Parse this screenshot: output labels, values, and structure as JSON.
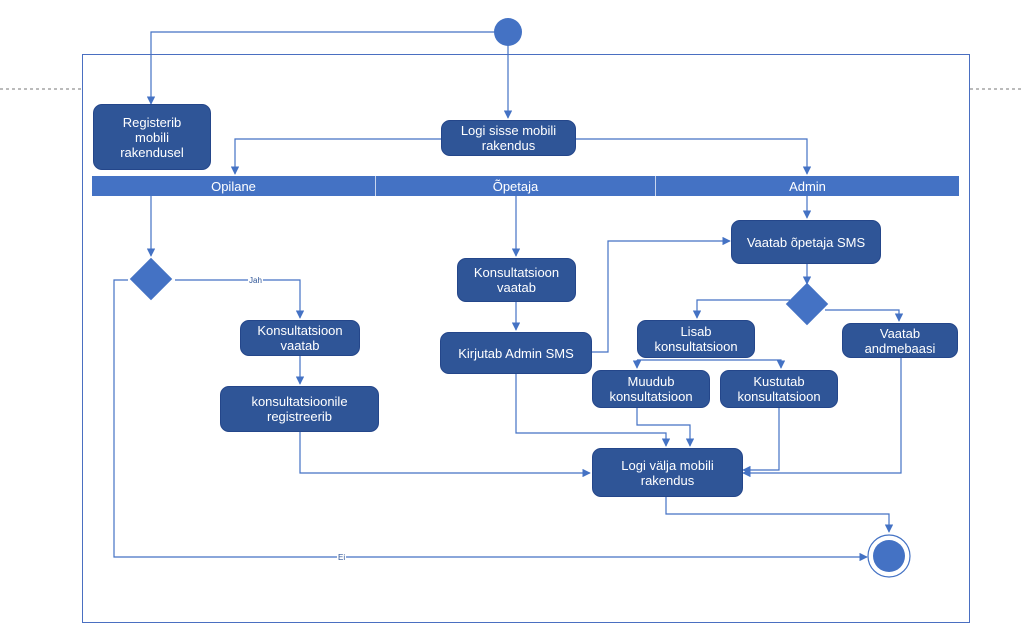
{
  "lanes": {
    "opilane": "Opilane",
    "opetaja": "Õpetaja",
    "admin": "Admin"
  },
  "nodes": {
    "registerib": "Registerib\nmobili\nrakendusel",
    "logi_sisse": "Logi sisse  mobili\nrakendus",
    "konsultatsioon_vaatab_opilane": "Konsultatsioon\nvaatab",
    "konsultatsioonile_registreerib": "konsultatsioonile\nregistreerib",
    "konsultatsioon_vaatab_opetaja": "Konsultatsioon\nvaatab",
    "kirjutab_admin_sms": "Kirjutab Admin SMS",
    "vaatab_opetaja_sms": "Vaatab õpetaja SMS",
    "lisab_konsultatsioon": "Lisab\nkonsultatsioon",
    "muudub_konsultatsioon": "Muudub\nkonsultatsioon",
    "kustutab_konsultatsioon": "Kustutab\nkonsultatsioon",
    "vaatab_andmebaasi": "Vaatab\nandmebaasi",
    "logi_valja": "Logi välja mobili\nrakendus"
  },
  "guards": {
    "jah": "Jah",
    "ei": "Ei"
  },
  "colors": {
    "node_fill": "#2f5597",
    "lane_fill": "#4472c4",
    "edge": "#4472c4",
    "pool_border": "#4a6fc1"
  }
}
